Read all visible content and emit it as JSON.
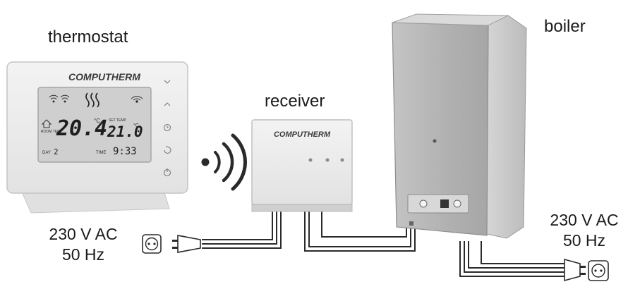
{
  "labels": {
    "thermostat": "thermostat",
    "receiver": "receiver",
    "boiler": "boiler"
  },
  "power_left": {
    "voltage": "230 V AC",
    "frequency": "50 Hz"
  },
  "power_right": {
    "voltage": "230 V AC",
    "frequency": "50 Hz"
  },
  "thermostat": {
    "brand": "COMPUTHERM",
    "room_temp": "20.4",
    "room_temp_unit": "°C",
    "set_temp_label": "SET TEMP",
    "set_temp": "21.0",
    "set_temp_unit": "°C",
    "room_temp_label": "ROOM TEMP",
    "day_label": "DAY",
    "day_value": "2",
    "time_label": "TIME",
    "time_value": "9:33"
  },
  "receiver": {
    "brand": "COMPUTHERM"
  },
  "colors": {
    "device_body": "#ececec",
    "lcd_background": "#d0d0d0",
    "boiler_body": "#b3b3b3",
    "wire": "#2a2a2a"
  }
}
